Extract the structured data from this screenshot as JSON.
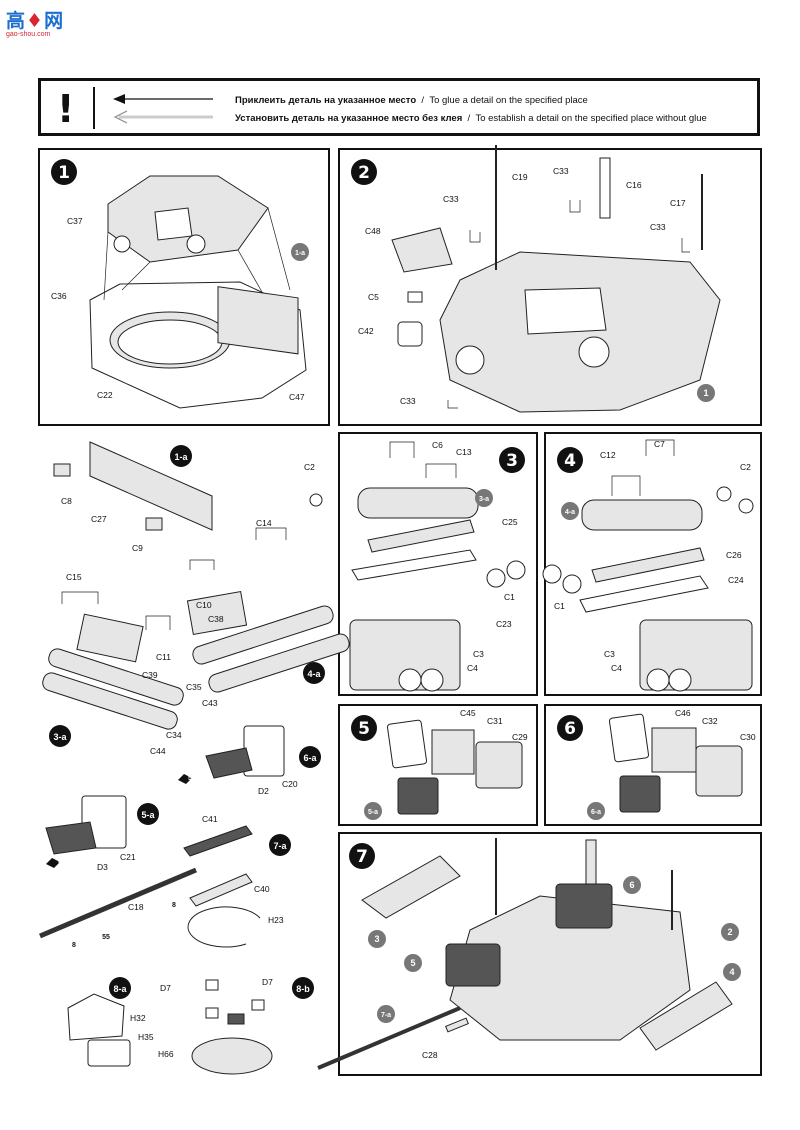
{
  "watermark": {
    "brand_left": "高",
    "brand_right": "网",
    "url": "gao-shou.com"
  },
  "legend": {
    "glue_ru": "Приклеить деталь на указанное место",
    "glue_en": "To glue a detail on the specified place",
    "noglue_ru": "Установить деталь на указанное место без клея",
    "noglue_en": "To establish a detail on the specified place without glue",
    "separator": "/",
    "exclamation": "!"
  },
  "steps": {
    "s1": {
      "number": "1",
      "parts": [
        "C37",
        "C36",
        "C22",
        "C47"
      ],
      "ref": "1-a"
    },
    "s2": {
      "number": "2",
      "parts": [
        "C19",
        "C33",
        "C33",
        "C16",
        "C17",
        "C33",
        "C48",
        "C5",
        "C42",
        "C33"
      ],
      "ref": "1"
    },
    "s3": {
      "number": "3",
      "parts": [
        "C6",
        "C13",
        "C2",
        "C25",
        "C1",
        "C23",
        "C3",
        "C4"
      ],
      "ref": "3-a"
    },
    "s4": {
      "number": "4",
      "parts": [
        "C7",
        "C12",
        "C2",
        "C26",
        "C24",
        "C1",
        "C3",
        "C4"
      ],
      "ref": "4-a"
    },
    "s5": {
      "number": "5",
      "parts": [
        "C45",
        "C31",
        "C29"
      ],
      "ref": "5-a"
    },
    "s6": {
      "number": "6",
      "parts": [
        "C46",
        "C32",
        "C30"
      ],
      "ref": "6-a"
    },
    "s7": {
      "number": "7",
      "refs": [
        "3",
        "5",
        "6",
        "2",
        "4",
        "7-a"
      ],
      "parts": [
        "C28"
      ]
    }
  },
  "substeps": {
    "s1a": {
      "label": "1-a",
      "parts": [
        "C8",
        "C27",
        "C9"
      ]
    },
    "s4a": {
      "label": "4-a",
      "parts": [
        "C14",
        "C10",
        "C38",
        "C35",
        "C43"
      ]
    },
    "s3a": {
      "label": "3-a",
      "parts": [
        "C15",
        "C11",
        "C39",
        "C34",
        "C44"
      ]
    },
    "s6a": {
      "label": "6-a",
      "parts": [
        "D2",
        "C20"
      ],
      "sprue": "5"
    },
    "s5a": {
      "label": "5-a",
      "parts": [
        "C21",
        "D3"
      ],
      "sprue": "5"
    },
    "s7a": {
      "label": "7-a",
      "parts": [
        "C41",
        "C40",
        "C18"
      ],
      "sprues": [
        "8",
        "8",
        "55"
      ]
    },
    "s8b": {
      "label": "8-b",
      "parts": [
        "H23",
        "D7",
        "D7",
        "H66"
      ]
    },
    "s8a": {
      "label": "8-a",
      "parts": [
        "H32",
        "H35"
      ]
    }
  }
}
